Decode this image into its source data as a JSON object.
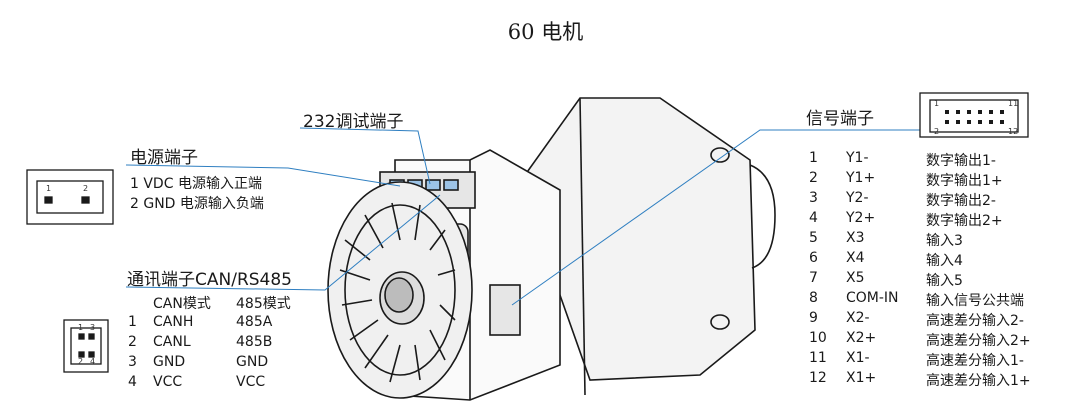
{
  "title": "60 电机",
  "power": {
    "label": "电源端子",
    "rows": [
      "1 VDC 电源输入正端",
      "2 GND 电源输入负端"
    ],
    "pins": [
      "1",
      "2"
    ]
  },
  "debug": {
    "label": "232调试端子"
  },
  "comm": {
    "label": "通讯端子CAN/RS485",
    "header": [
      "CAN模式",
      "485模式"
    ],
    "rows": [
      [
        "1",
        "CANH",
        "485A"
      ],
      [
        "2",
        "CANL",
        "485B"
      ],
      [
        "3",
        "GND",
        "GND"
      ],
      [
        "4",
        "VCC",
        "VCC"
      ]
    ],
    "pins": [
      "1",
      "3",
      "2",
      "4"
    ]
  },
  "signal": {
    "label": "信号端子",
    "pins": [
      "1",
      "11",
      "2",
      "12"
    ],
    "rows": [
      [
        "1",
        "Y1-",
        "数字输出1-"
      ],
      [
        "2",
        "Y1+",
        "数字输出1+"
      ],
      [
        "3",
        "Y2-",
        "数字输出2-"
      ],
      [
        "4",
        "Y2+",
        "数字输出2+"
      ],
      [
        "5",
        "X3",
        "输入3"
      ],
      [
        "6",
        "X4",
        "输入4"
      ],
      [
        "7",
        "X5",
        "输入5"
      ],
      [
        "8",
        "COM-IN",
        "输入信号公共端"
      ],
      [
        "9",
        "X2-",
        "高速差分输入2-"
      ],
      [
        "10",
        "X2+",
        "高速差分输入2+"
      ],
      [
        "11",
        "X1-",
        "高速差分输入1-"
      ],
      [
        "12",
        "X1+",
        "高速差分输入1+"
      ]
    ]
  },
  "colors": {
    "leader": "#2f7fc1",
    "ink": "#1a1a1a"
  }
}
